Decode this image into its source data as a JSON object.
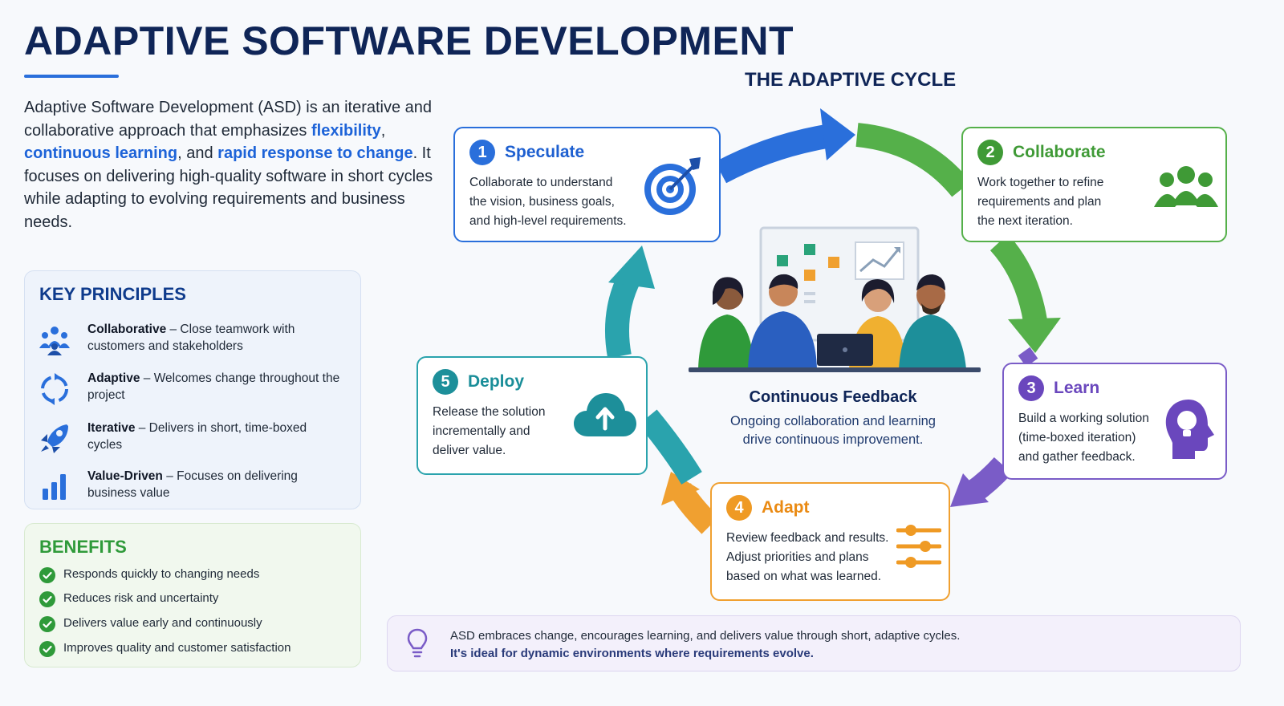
{
  "header": {
    "title": "ADAPTIVE SOFTWARE DEVELOPMENT"
  },
  "intro": {
    "part1": "Adaptive Software Development (ASD) is an iterative and collaborative approach that emphasizes ",
    "hl1": "flexibility",
    "part2": ", ",
    "hl2": "continuous learning",
    "part3": ", and ",
    "hl3": "rapid response to change",
    "part4": ". It focuses on delivering high-quality software in short cycles while adapting to evolving requirements and business needs."
  },
  "principles": {
    "title": "KEY PRINCIPLES",
    "items": [
      {
        "name": "Collaborative",
        "desc": " – Close teamwork with customers and stakeholders",
        "icon": "team-icon"
      },
      {
        "name": "Adaptive",
        "desc": " – Welcomes change throughout the project",
        "icon": "cycle-icon"
      },
      {
        "name": "Iterative",
        "desc": " – Delivers in short, time-boxed cycles",
        "icon": "rocket-icon"
      },
      {
        "name": "Value-Driven",
        "desc": " – Focuses on delivering business value",
        "icon": "bar-chart-icon"
      }
    ]
  },
  "benefits": {
    "title": "BENEFITS",
    "items": [
      "Responds quickly to changing needs",
      "Reduces risk and uncertainty",
      "Delivers value early and continuously",
      "Improves quality and customer satisfaction"
    ]
  },
  "cycle": {
    "title": "THE ADAPTIVE CYCLE",
    "steps": [
      {
        "num": "1",
        "title": "Speculate",
        "desc": [
          "Collaborate to understand",
          "the vision, business goals,",
          "and high-level requirements."
        ],
        "icon": "target-icon",
        "color": "#2a6fdb"
      },
      {
        "num": "2",
        "title": "Collaborate",
        "desc": [
          "Work together to refine",
          "requirements and plan",
          "the next iteration."
        ],
        "icon": "people-icon",
        "color": "#55b04a"
      },
      {
        "num": "3",
        "title": "Learn",
        "desc": [
          "Build a working solution",
          "(time-boxed iteration)",
          "and gather feedback."
        ],
        "icon": "head-bulb-icon",
        "color": "#7a5cc7"
      },
      {
        "num": "4",
        "title": "Adapt",
        "desc": [
          "Review feedback and results.",
          "Adjust priorities and plans",
          "based on what was learned."
        ],
        "icon": "sliders-icon",
        "color": "#f0a030"
      },
      {
        "num": "5",
        "title": "Deploy",
        "desc": [
          "Release the solution",
          "incrementally and",
          "deliver value."
        ],
        "icon": "cloud-upload-icon",
        "color": "#2aa3ad"
      }
    ],
    "center": {
      "title": "Continuous Feedback",
      "desc": [
        "Ongoing collaboration and learning",
        "drive continuous improvement."
      ]
    }
  },
  "footer": {
    "line1": "ASD embraces change, encourages learning, and delivers value through short, adaptive cycles.",
    "line2": "It's ideal for dynamic environments where requirements evolve.",
    "icon": "lightbulb-icon"
  }
}
